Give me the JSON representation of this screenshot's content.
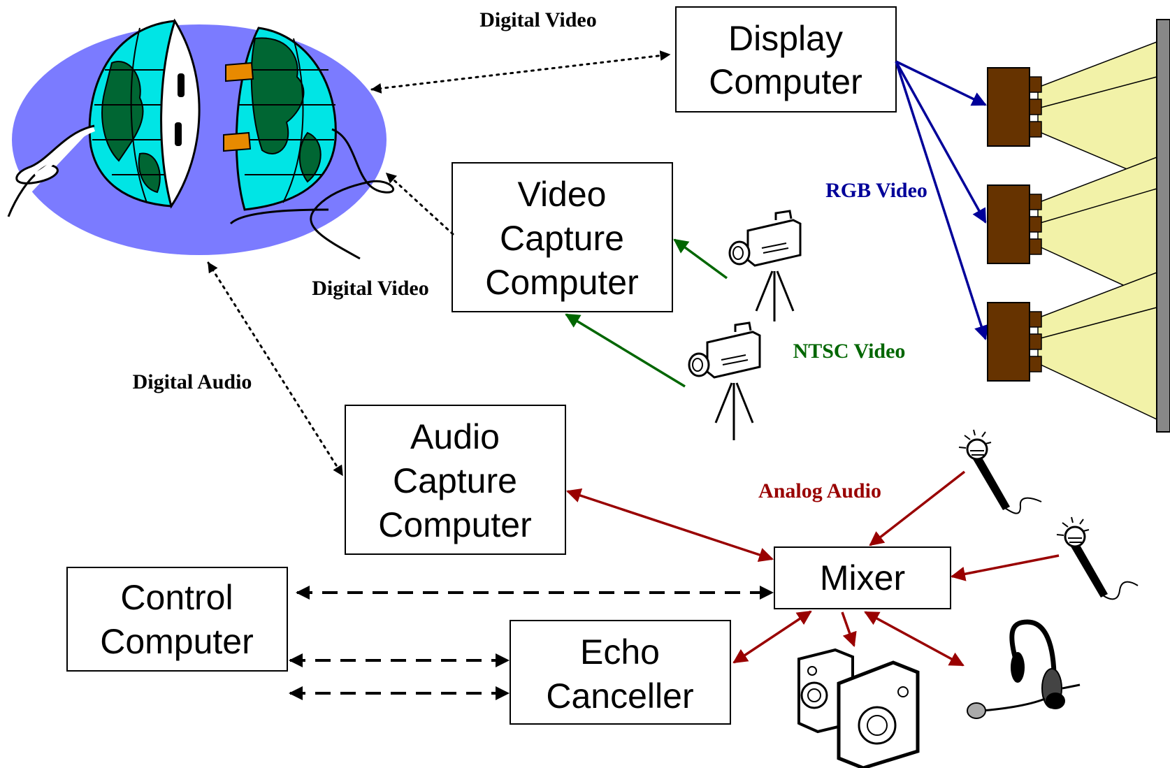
{
  "nodes": {
    "display_computer": [
      "Display",
      "Computer"
    ],
    "video_capture_computer": [
      "Video",
      "Capture",
      "Computer"
    ],
    "audio_capture_computer": [
      "Audio",
      "Capture",
      "Computer"
    ],
    "control_computer": [
      "Control",
      "Computer"
    ],
    "echo_canceller": [
      "Echo",
      "Canceller"
    ],
    "mixer": [
      "Mixer"
    ]
  },
  "edge_labels": {
    "digital_video_top": "Digital Video",
    "digital_video_left": "Digital Video",
    "digital_audio": "Digital Audio",
    "rgb_video": "RGB Video",
    "ntsc_video": "NTSC Video",
    "analog_audio": "Analog Audio"
  },
  "colors": {
    "rgb_video": "#000099",
    "ntsc_video": "#006600",
    "analog_audio": "#990000",
    "internet_ellipse": "#7b7bff",
    "globe_water": "#00e5e5",
    "globe_land": "#006633",
    "projector_body": "#663300",
    "projector_beam": "#f2f2a8"
  },
  "icons": [
    "globe-plug-icon",
    "camera-icon",
    "projector-icon",
    "microphone-icon",
    "speaker-icon",
    "headset-icon",
    "screen-icon"
  ]
}
